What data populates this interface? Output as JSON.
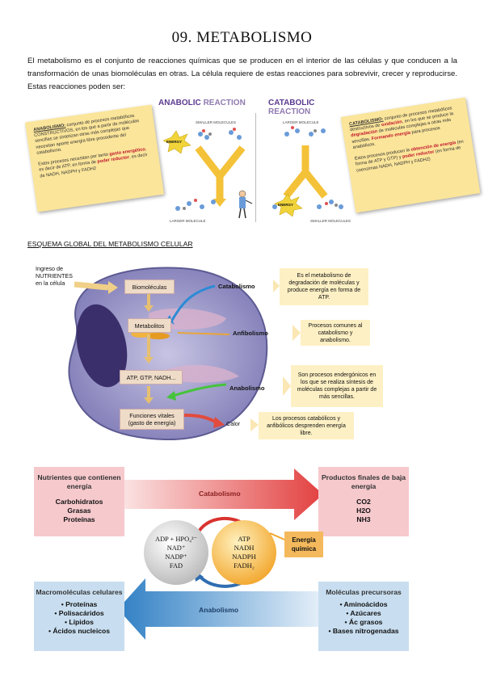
{
  "page_title": "09. METABOLISMO",
  "intro_text": "El metabolismo es el conjunto de reacciones químicas que se producen en el interior de las células y que conducen a la transformación de unas biomoléculas en otras. La célula requiere de estas reacciones para sobrevivir, crecer y reproducirse. Estas reacciones poden ser:",
  "anabolic_note": {
    "heading": "ANABOLISMO:",
    "text1": "conjunto de procesos metabólicos CONSTRUCTIVOS, en los que a partir de moléculas sencillas se sintetizan otras más complejas que necesitan aporte energía libre procedente del catabolismo.",
    "text2a": "Estos procesos necesitan por tanto ",
    "text2b": "gasto energético",
    "text2c": ", es decir de ATP, en forma de ",
    "text2d": "poder reductor",
    "text2e": ", es decir de NADH, NADPH y FADH2"
  },
  "catabolic_note": {
    "heading": "CATABOLISMO:",
    "text1a": "conjunto de procesos metabólicos destructivos de ",
    "text1b": "oxidación",
    "text1c": ", en los que se produce la ",
    "text1d": "degradación",
    "text1e": " de moléculas complejas a otras más sencillas. ",
    "text1f": "Formando energía",
    "text1g": " para procesos anabólicos.",
    "text2a": "Estos procesos producen la ",
    "text2b": "obtención de energía",
    "text2c": " (en forma de ATP y GTP) y ",
    "text2d": "poder reductor",
    "text2e": " (en forma de coenzimas NADH, NADPH y FADH2)"
  },
  "reaction_figure": {
    "anabolic_title_1": "ANABOLIC",
    "anabolic_title_2": "REACTION",
    "catabolic_title_1": "CATABOLIC",
    "catabolic_title_2": "REACTION",
    "smaller_molecules": "SMALLER MOLECULES",
    "larger_molecule_left": "LARGER MOLECULE",
    "larger_molecule_right": "LARGER MOLECULE",
    "smaller_molecules_right": "SMALLER MOLECULES",
    "energy_left": "ENERGY",
    "energy_right": "ENERGY"
  },
  "section_heading": "ESQUEMA GLOBAL DEL METABOLISMO CELULAR",
  "cell_diagram": {
    "intake_label": "Ingreso de\nNUTRIENTES\nen la célula",
    "biomoleculas": "Biomoléculas",
    "metabolitos": "Metabolitos",
    "atp_box": "ATP, GTP, NADH...",
    "funciones": "Funciones vitales\n(gasto de energía)",
    "catabolismo": "Catabolismo",
    "anfibolismo": "Anfibolismo",
    "anabolismo": "Anabolismo",
    "calor": "Calor",
    "box_catabolismo": "Es el metabolismo de degradación de moléculas y produce energía en forma de ATP.",
    "box_anfibolismo": "Procesos comunes al catabolismo y anabolismo.",
    "box_anabolismo": "Son procesos endergónicos en los que se realiza síntesis de moléculas complejas a partir de más sencillas.",
    "box_calor": "Los procesos catabólicos y anfibólicos desprenden energía libre."
  },
  "bottom_diagram": {
    "nutrients_title": "Nutrientes que contienen energía",
    "nutrients_items": [
      "Carbohidratos",
      "Grasas",
      "Proteínas"
    ],
    "products_title": "Productos finales de baja energía",
    "products_items": [
      "CO2",
      "H2O",
      "NH3"
    ],
    "catabolismo": "Catabolismo",
    "anabolismo": "Anabolismo",
    "grey_circle_lines": [
      "ADP + HPO₄²⁻",
      "NAD⁺",
      "NADP⁺",
      "FAD"
    ],
    "orange_circle_lines": [
      "ATP",
      "NADH",
      "NADPH",
      "FADH₂"
    ],
    "energy_label_1": "Energía",
    "energy_label_2": "química",
    "macro_title": "Macromoléculas celulares",
    "macro_items": [
      "• Proteínas",
      "• Polisacáridos",
      "• Lípidos",
      "• Ácidos nucleicos"
    ],
    "precursor_title": "Moléculas precursoras",
    "precursor_items": [
      "• Aminoácidos",
      "• Azúcares",
      "• Ác grasos",
      "• Bases nitrogenadas"
    ]
  },
  "colors": {
    "note_yellow": "#fbe59a",
    "catabolism_red": "#e2403f",
    "anabolism_blue": "#2f7fc4",
    "nutrient_pink": "#f6c9cd",
    "macro_blue": "#c8def0",
    "orange": "#f2a52a"
  }
}
